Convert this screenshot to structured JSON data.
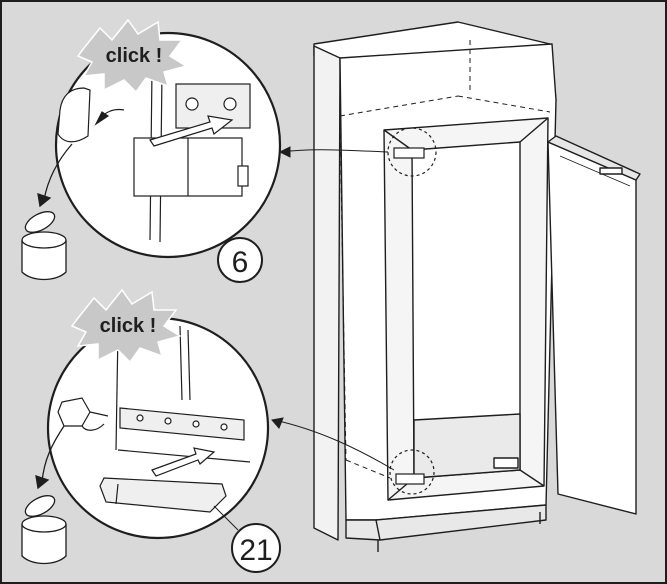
{
  "diagram": {
    "callout_top": {
      "burst_text": "click !",
      "step_number": "6"
    },
    "callout_bottom": {
      "burst_text": "click !",
      "step_number": "21"
    }
  },
  "colors": {
    "background": "#d9d9d9",
    "line": "#1e1e1e",
    "panel_white": "#ffffff",
    "panel_shade": "#efefef",
    "burst_fill": "#c8c8c8"
  }
}
